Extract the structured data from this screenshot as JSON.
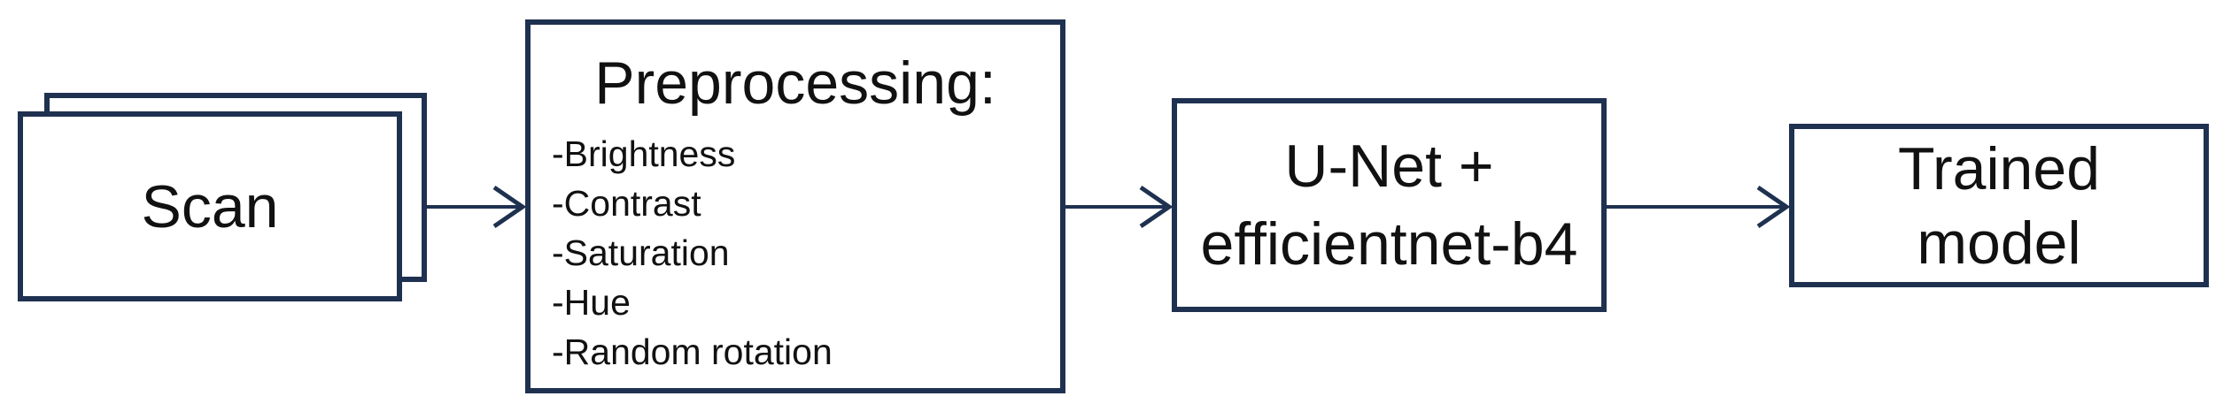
{
  "diagram": {
    "colors": {
      "stroke": "#1f3150",
      "text": "#111111",
      "background": "#ffffff"
    },
    "scan": {
      "label": "Scan"
    },
    "preprocessing": {
      "title": "Preprocessing:",
      "items": [
        "-Brightness",
        "-Contrast",
        "-Saturation",
        "-Hue",
        "-Random rotation"
      ]
    },
    "model": {
      "line1": "U-Net +",
      "line2": "efficientnet-b4"
    },
    "output": {
      "line1": "Trained",
      "line2": "model"
    }
  }
}
